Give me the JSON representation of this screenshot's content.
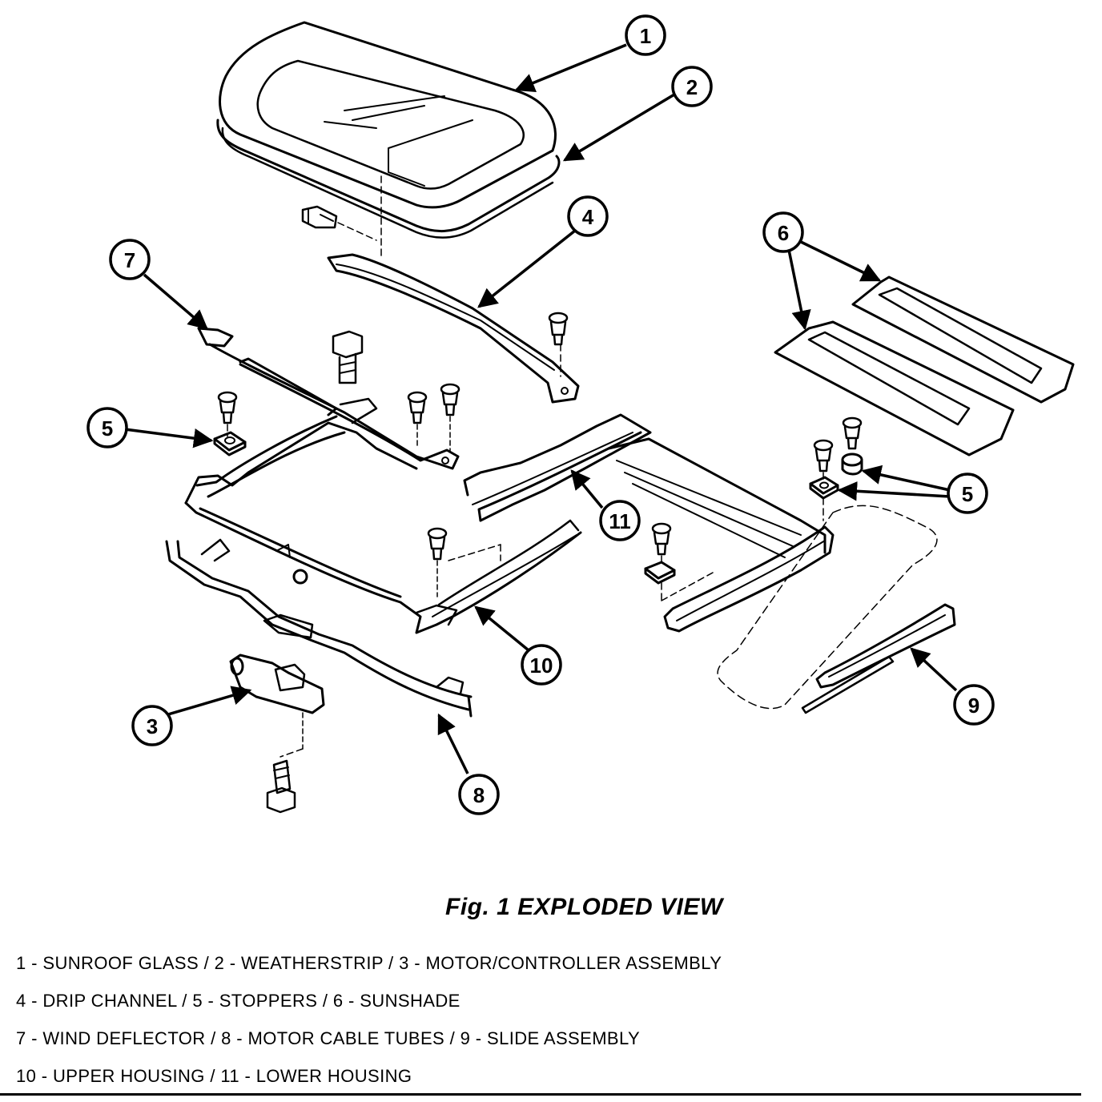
{
  "figure": {
    "title": "Fig. 1 EXPLODED VIEW",
    "legend": [
      "1 - SUNROOF GLASS / 2 - WEATHERSTRIP / 3 - MOTOR/CONTROLLER ASSEMBLY",
      "4 - DRIP CHANNEL / 5 - STOPPERS / 6 - SUNSHADE",
      "7 - WIND DEFLECTOR / 8 - MOTOR CABLE TUBES / 9 - SLIDE ASSEMBLY",
      "10 - UPPER HOUSING / 11 - LOWER HOUSING"
    ]
  },
  "callouts": {
    "c1": "1",
    "c2": "2",
    "c3": "3",
    "c4": "4",
    "c5a": "5",
    "c5b": "5",
    "c6": "6",
    "c7": "7",
    "c8": "8",
    "c9": "9",
    "c10": "10",
    "c11": "11"
  }
}
